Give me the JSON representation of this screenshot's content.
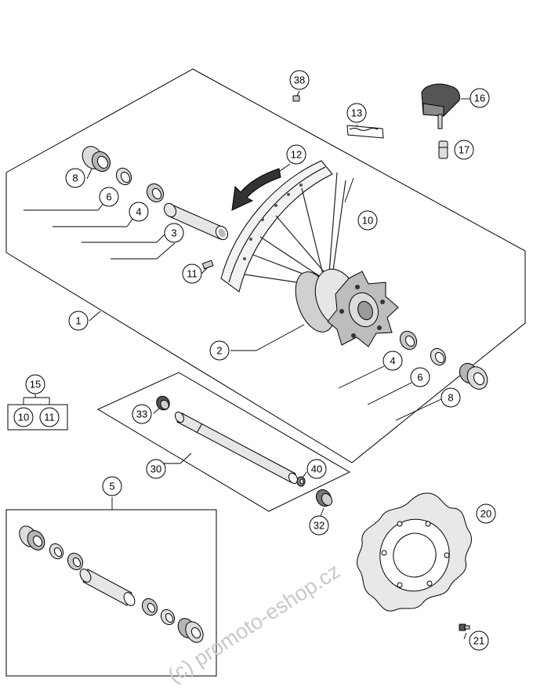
{
  "diagram": {
    "callouts": {
      "c1": "1",
      "c2": "2",
      "c3": "3",
      "c4a": "4",
      "c4b": "4",
      "c5": "5",
      "c6a": "6",
      "c6b": "6",
      "c8a": "8",
      "c8b": "8",
      "c10": "10",
      "c10kit": "10",
      "c11": "11",
      "c11kit": "11",
      "c12": "12",
      "c13": "13",
      "c15": "15",
      "c16": "16",
      "c17": "17",
      "c20": "20",
      "c21": "21",
      "c30": "30",
      "c32": "32",
      "c33": "33",
      "c38": "38",
      "c40": "40"
    },
    "watermark": "(c) promoto-eshop.cz"
  },
  "colors": {
    "line": "#000000",
    "part_fill": "#e6e6e6",
    "part_dark": "#555555",
    "watermark": "#c8c8c8"
  }
}
